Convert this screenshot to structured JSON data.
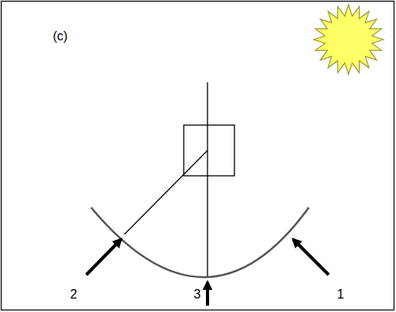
{
  "diagram": {
    "labels": [
      "(c)",
      "2",
      "3",
      "1"
    ]
  }
}
